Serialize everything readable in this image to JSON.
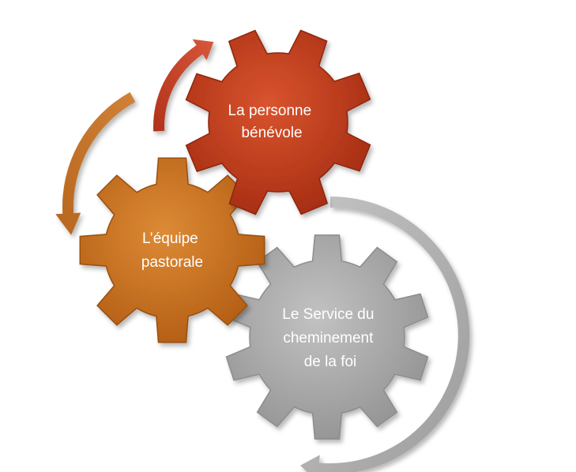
{
  "diagram": {
    "gears": [
      {
        "id": "benevole",
        "lines": [
          "La personne",
          "bénévole"
        ],
        "color": "#c0391b"
      },
      {
        "id": "equipe",
        "lines": [
          "L’équipe",
          "pastorale"
        ],
        "color": "#c9711f"
      },
      {
        "id": "service",
        "lines": [
          "Le Service du",
          "cheminement",
          "de la foi"
        ],
        "color": "#a6a6a6"
      }
    ],
    "arrows": [
      {
        "id": "arrow-red",
        "color": "#c0391b"
      },
      {
        "id": "arrow-orange",
        "color": "#c9711f"
      },
      {
        "id": "arrow-gray",
        "color": "#a6a6a6"
      }
    ]
  }
}
